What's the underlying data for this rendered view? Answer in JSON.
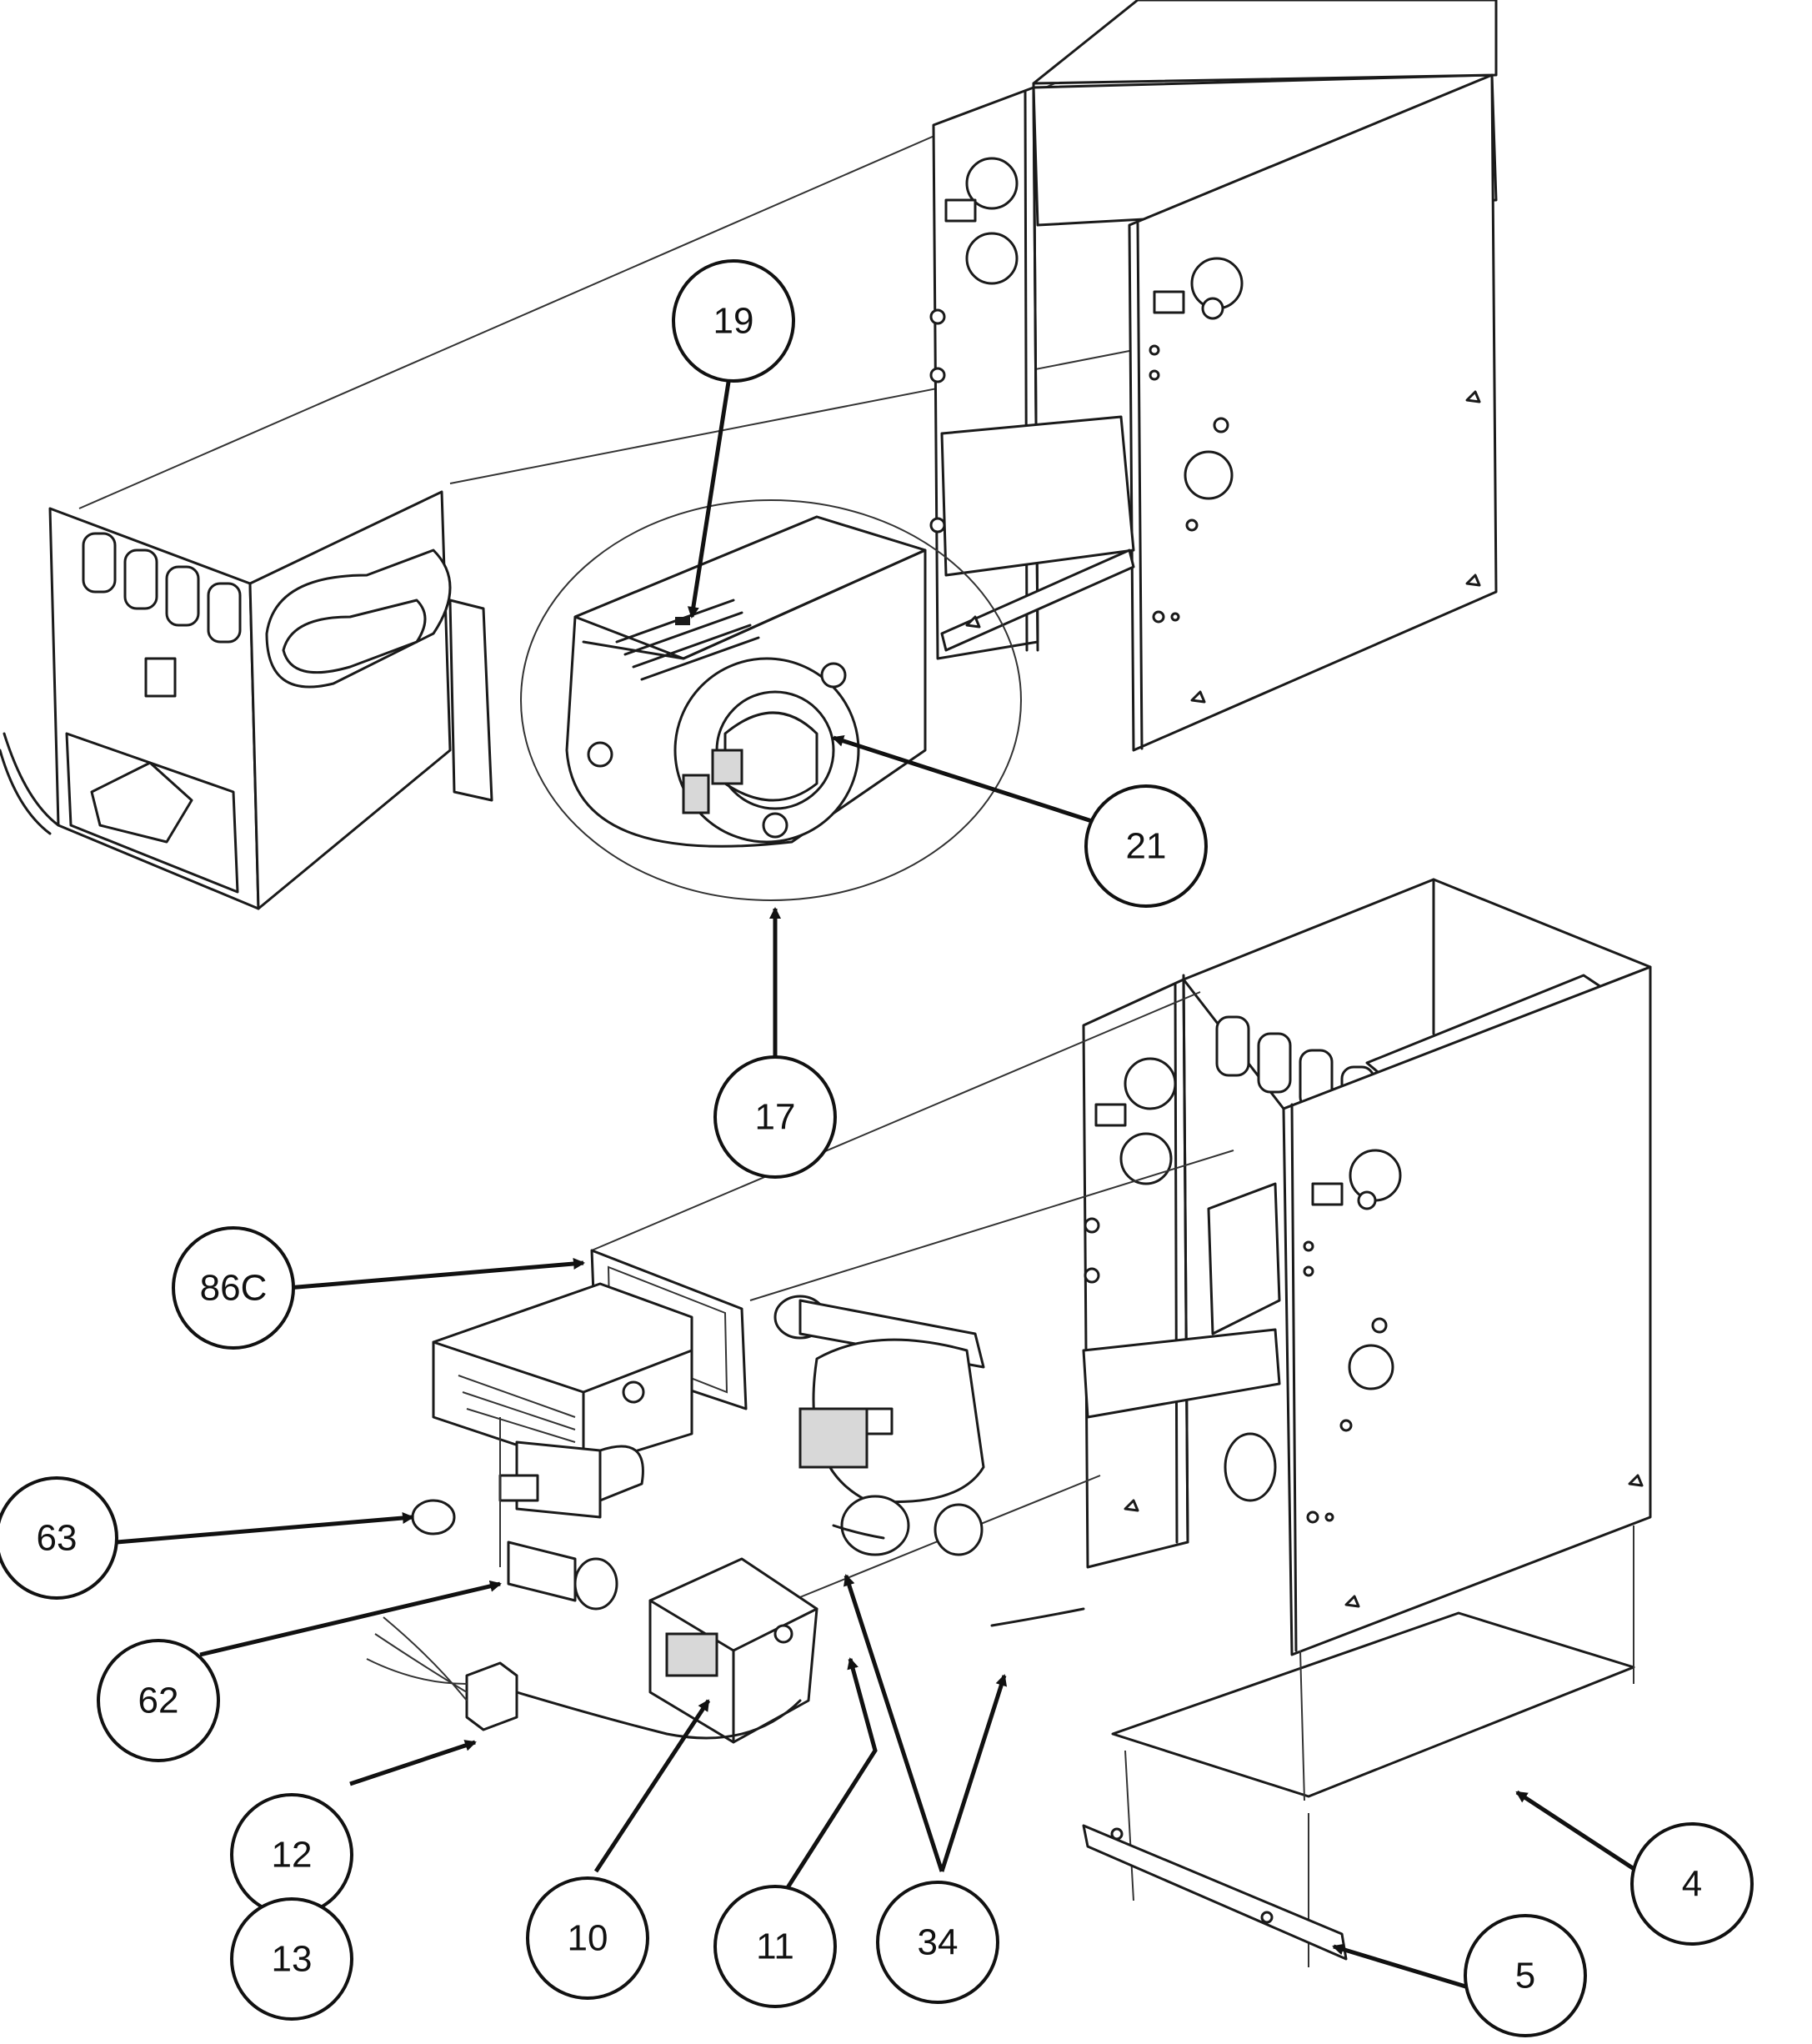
{
  "callouts": {
    "c19": "19",
    "c21": "21",
    "c17": "17",
    "c86c": "86C",
    "c63": "63",
    "c62": "62",
    "c12": "12",
    "c13": "13",
    "c10": "10",
    "c11": "11",
    "c34": "34",
    "c4": "4",
    "c5": "5"
  }
}
